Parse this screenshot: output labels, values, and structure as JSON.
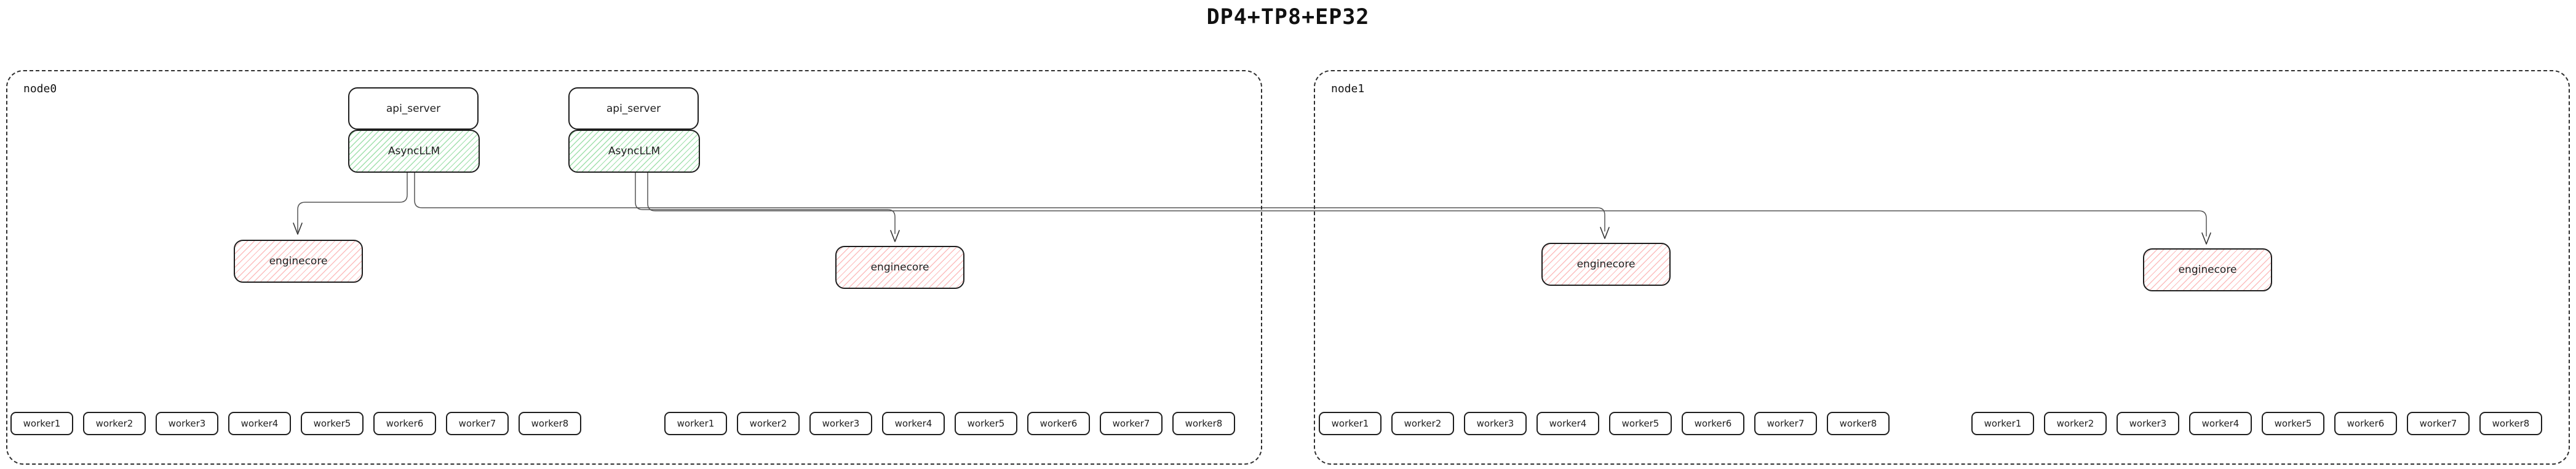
{
  "title": "DP4+TP8+EP32",
  "colors": {
    "box_border": "#1e1e1e",
    "node_border": "#2e2e2e",
    "async_llm_hatch_green": "#52c768",
    "enginecore_hatch_red": "#fa6e6e",
    "connector_gray": "#555555"
  },
  "nodes": [
    {
      "label": "node0",
      "stacks": [
        {
          "api_server": "api_server",
          "async_llm": "AsyncLLM"
        },
        {
          "api_server": "api_server",
          "async_llm": "AsyncLLM"
        }
      ],
      "enginecores": [
        "enginecore",
        "enginecore"
      ],
      "worker_groups": [
        {
          "workers": [
            "worker1",
            "worker2",
            "worker3",
            "worker4",
            "worker5",
            "worker6",
            "worker7",
            "worker8"
          ]
        },
        {
          "workers": [
            "worker1",
            "worker2",
            "worker3",
            "worker4",
            "worker5",
            "worker6",
            "worker7",
            "worker8"
          ]
        }
      ]
    },
    {
      "label": "node1",
      "enginecores": [
        "enginecore",
        "enginecore"
      ],
      "worker_groups": [
        {
          "workers": [
            "worker1",
            "worker2",
            "worker3",
            "worker4",
            "worker5",
            "worker6",
            "worker7",
            "worker8"
          ]
        },
        {
          "workers": [
            "worker1",
            "worker2",
            "worker3",
            "worker4",
            "worker5",
            "worker6",
            "worker7",
            "worker8"
          ]
        }
      ]
    }
  ]
}
